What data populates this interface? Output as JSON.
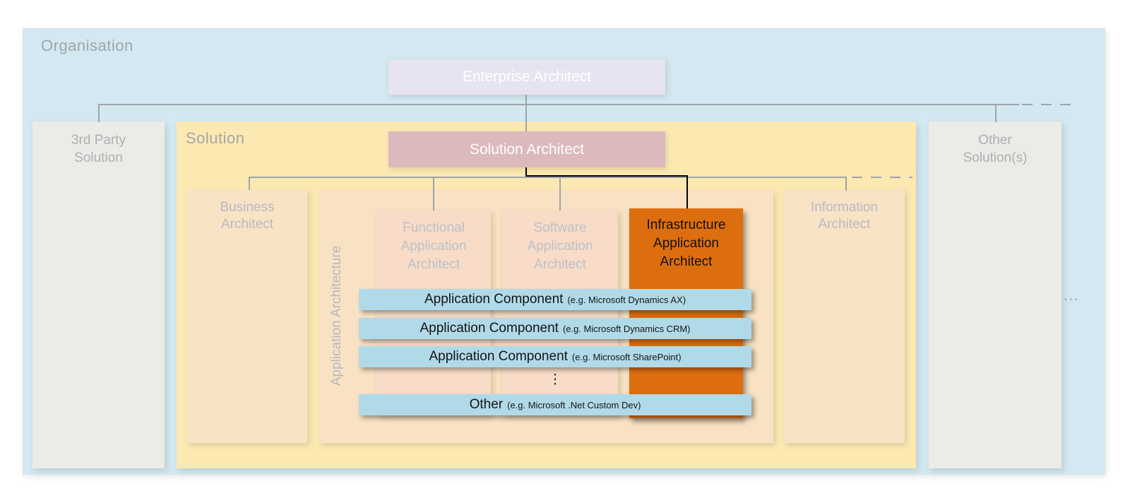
{
  "organisation": {
    "label": "Organisation"
  },
  "enterprise_architect": {
    "label": "Enterprise Architect"
  },
  "third_party_solution": {
    "label": "3rd Party\nSolution"
  },
  "solution": {
    "label": "Solution"
  },
  "other_solutions": {
    "label": "Other\nSolution(s)"
  },
  "solution_architect": {
    "label": "Solution Architect"
  },
  "business_architect": {
    "label": "Business\nArchitect"
  },
  "application_architecture": {
    "label": "Application Architecture"
  },
  "functional_application_architect": {
    "label": "Functional\nApplication\nArchitect"
  },
  "software_application_architect": {
    "label": "Software\nApplication\nArchitect"
  },
  "infrastructure_application_architect": {
    "label": "Infrastructure\nApplication\nArchitect"
  },
  "information_architect": {
    "label": "Information\nArchitect"
  },
  "application_components": {
    "items": [
      {
        "main": "Application Component",
        "example": "(e.g. Microsoft Dynamics AX)"
      },
      {
        "main": "Application Component",
        "example": "(e.g. Microsoft Dynamics CRM)"
      },
      {
        "main": "Application Component",
        "example": "(e.g. Microsoft SharePoint)"
      },
      {
        "main": "Other",
        "example": "(e.g. Microsoft .Net Custom Dev)"
      }
    ],
    "more_indicator_vertical": "⋮"
  },
  "more_solutions_indicator": "...",
  "colors": {
    "organisation_bg": "#d3e8f1",
    "solution_bg": "#fce9b2",
    "neutral_box_bg": "#edebe6",
    "peach_box_bg": "#f9e3c5",
    "inner_peach_bg": "#f8dcc7",
    "highlight_orange": "#dd6e10",
    "component_bar_bg": "#b1dae9",
    "enterprise_architect_bg": "#e7e3f0",
    "solution_architect_bg": "#dcb9bd",
    "connector_gray": "#9ea4a9",
    "connector_black": "#000000"
  }
}
